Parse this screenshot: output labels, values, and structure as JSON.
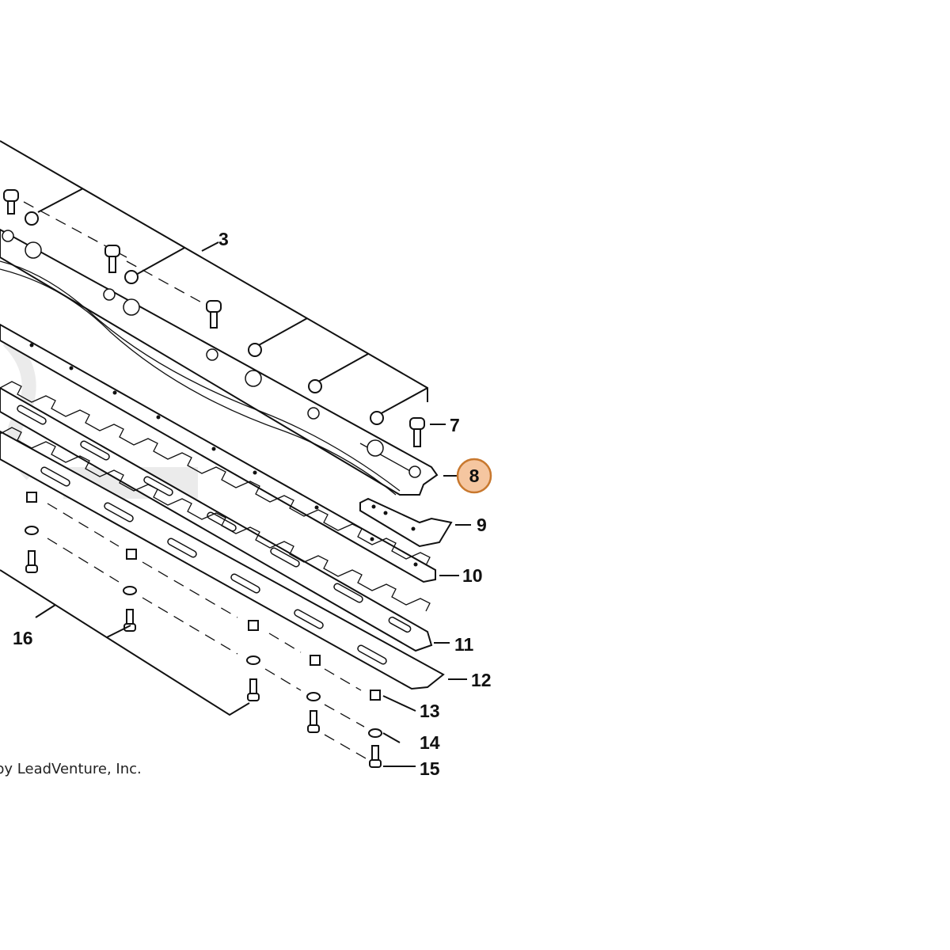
{
  "diagram": {
    "callouts": {
      "c3": "3",
      "c7": "7",
      "c8": "8",
      "c9": "9",
      "c10": "10",
      "c11": "11",
      "c12": "12",
      "c13": "13",
      "c14": "14",
      "c15": "15",
      "c16": "16"
    },
    "highlighted_callout": "8",
    "copyright": "by LeadVenture, Inc."
  },
  "colors": {
    "highlight_fill": "#F5C6A0",
    "highlight_stroke": "#C8782E",
    "line": "#111111"
  }
}
